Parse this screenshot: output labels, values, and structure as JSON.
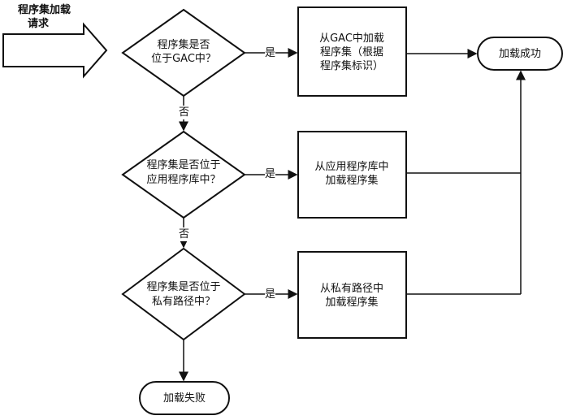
{
  "start": {
    "line1": "程序集加载",
    "line2": "请求"
  },
  "decisions": [
    {
      "line1": "程序集是否",
      "line2": "位于GAC中？",
      "yes": "是",
      "no": "否"
    },
    {
      "line1": "程序集是否位于",
      "line2": "应用程序库中？",
      "yes": "是",
      "no": "否"
    },
    {
      "line1": "程序集是否位于",
      "line2": "私有路径中？",
      "yes": "是"
    }
  ],
  "actions": [
    {
      "line1": "从GAC中加载",
      "line2": "程序集（根据",
      "line3": "程序集标识）"
    },
    {
      "line1": "从应用程序库中",
      "line2": "加载程序集"
    },
    {
      "line1": "从私有路径中",
      "line2": "加载程序集"
    }
  ],
  "terminals": {
    "success": "加载成功",
    "failure": "加载失败"
  }
}
